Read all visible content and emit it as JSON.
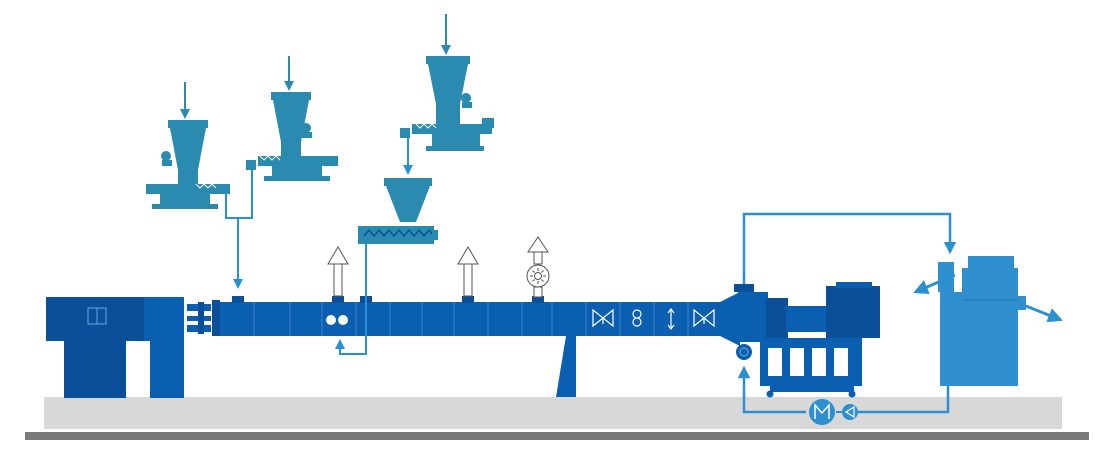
{
  "diagram": {
    "colors": {
      "primary_blue": "#0a5fb0",
      "dark_blue": "#0b4f98",
      "light_blue": "#2f8fcf",
      "teal": "#2a8ab0",
      "flow_line": "#2b8fd0",
      "base_gray": "#d8d8d8",
      "floor_gray": "#7a7a7a",
      "vent_outline": "#555555"
    },
    "components": [
      {
        "name": "drive-motor-unit",
        "icon": "motor-block"
      },
      {
        "name": "extruder-barrel",
        "icon": "barrel"
      },
      {
        "name": "gravimetric-feeder",
        "icon": "feeder-hopper",
        "count": 3
      },
      {
        "name": "side-feeder",
        "icon": "hopper-screw"
      },
      {
        "name": "atmospheric-vent",
        "icon": "vent-arrow",
        "count": 2
      },
      {
        "name": "vacuum-vent",
        "icon": "vent-pump"
      },
      {
        "name": "melt-pump-die-head",
        "icon": "die-head"
      },
      {
        "name": "underwater-pelletizer",
        "icon": "pelletizer"
      },
      {
        "name": "centrifugal-dryer",
        "icon": "dryer"
      },
      {
        "name": "water-circulation-pump",
        "icon": "motor-circle"
      }
    ],
    "symbols": [
      "kneading-icon",
      "mixing-icon",
      "valve-icon"
    ]
  }
}
